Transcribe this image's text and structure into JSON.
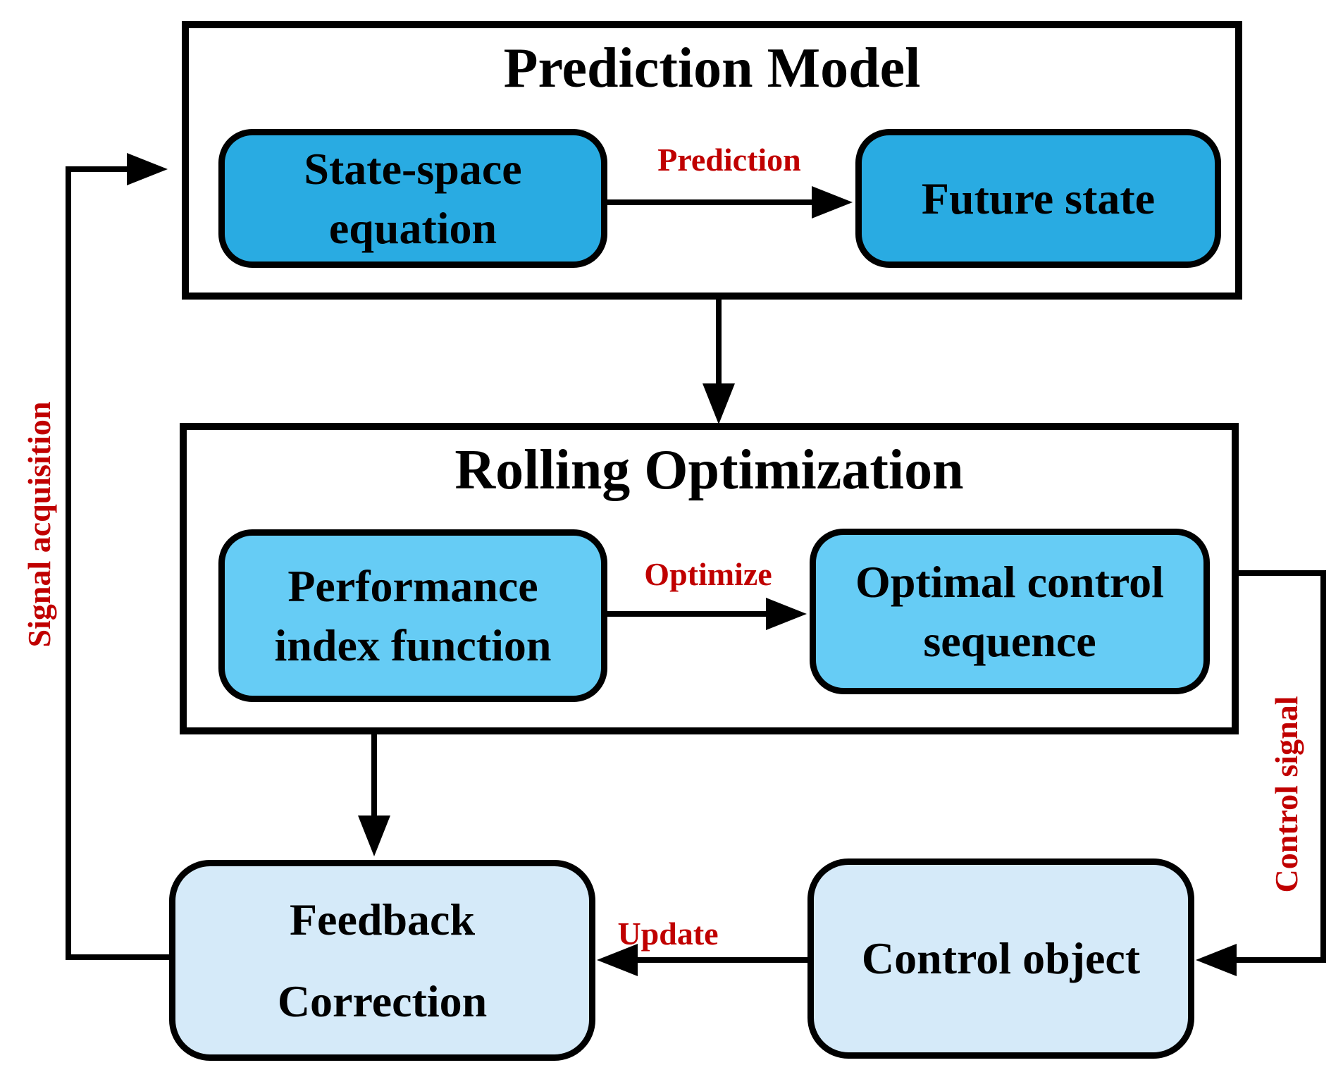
{
  "diagram": {
    "containers": {
      "prediction_model": {
        "title": "Prediction Model"
      },
      "rolling_optimization": {
        "title": "Rolling Optimization"
      }
    },
    "nodes": {
      "state_space": {
        "line1": "State-space",
        "line2": "equation"
      },
      "future_state": {
        "line1": "Future state"
      },
      "performance": {
        "line1": "Performance",
        "line2": "index function"
      },
      "optimal": {
        "line1": "Optimal control",
        "line2": "sequence"
      },
      "feedback": {
        "line1": "Feedback",
        "line2": "Correction"
      },
      "control_object": {
        "line1": "Control object"
      }
    },
    "edge_labels": {
      "prediction": "Prediction",
      "optimize": "Optimize",
      "update": "Update",
      "control_signal": "Control signal",
      "signal_acquisition": "Signal acquisition"
    },
    "colors": {
      "node_top": "#29ABE2",
      "node_middle": "#66CCF5",
      "node_bottom": "#D5EAF9",
      "edge_label": "#C00000",
      "line": "#000000"
    }
  }
}
